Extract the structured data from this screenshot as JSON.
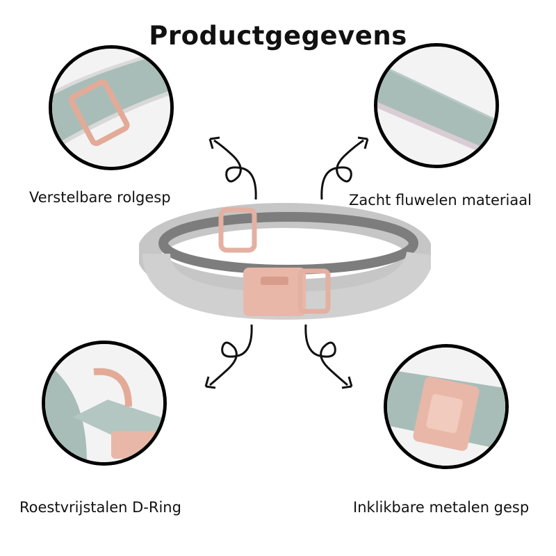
{
  "title": "Productgegevens",
  "features": {
    "top_left": {
      "label": "Verstelbare rolgesp",
      "icon": "adjustable-roller-buckle"
    },
    "top_right": {
      "label": "Zacht fluwelen materiaal",
      "icon": "velvet-material"
    },
    "bottom_left": {
      "label": "Roestvrijstalen D-Ring",
      "icon": "d-ring"
    },
    "bottom_right": {
      "label": "Inklikbare metalen gesp",
      "icon": "quick-release-buckle"
    }
  },
  "colors": {
    "velvet": "#a9bdb8",
    "velvet_light": "#c7d4d0",
    "rose_gold": "#e8b7a8",
    "collar_gray": "#c9c9c9",
    "collar_inner": "#7d7d7d"
  }
}
